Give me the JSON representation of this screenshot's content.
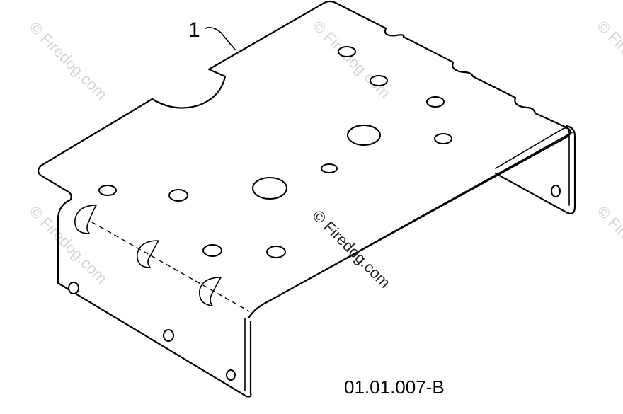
{
  "diagram": {
    "callout_label": "1",
    "part_number": "01.01.007-B",
    "watermark_text": "© Firedog.com",
    "line_color": "#000000",
    "watermark_color": "#d6d6d6"
  }
}
